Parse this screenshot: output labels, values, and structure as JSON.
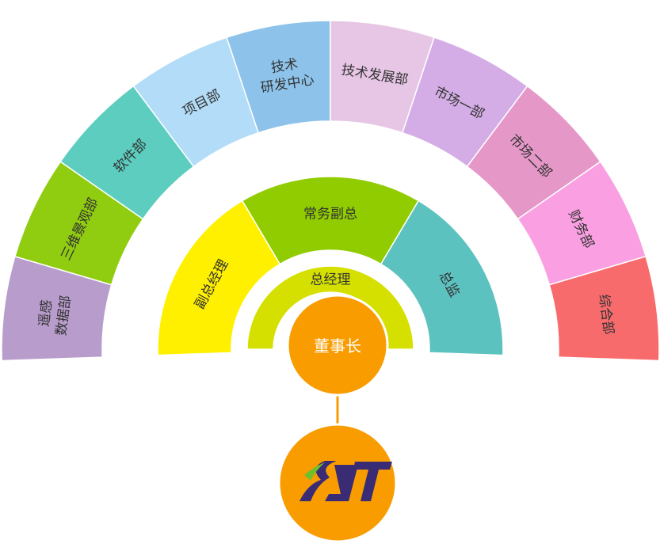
{
  "outer_departments": [
    {
      "label": [
        "遥感",
        "数据部"
      ],
      "color": "#b89ccc"
    },
    {
      "label": [
        "三维景观部"
      ],
      "color": "#90cc10"
    },
    {
      "label": [
        "软件部"
      ],
      "color": "#5ccdbf"
    },
    {
      "label": [
        "项目部"
      ],
      "color": "#b2dcf7"
    },
    {
      "label": [
        "技术",
        "研发中心"
      ],
      "color": "#8dc3ea"
    },
    {
      "label": [
        "技术发展部"
      ],
      "color": "#e6c6e4"
    },
    {
      "label": [
        "市场一部"
      ],
      "color": "#d4ade6"
    },
    {
      "label": [
        "市场二部"
      ],
      "color": "#e597c8"
    },
    {
      "label": [
        "财务部"
      ],
      "color": "#fa9fe1"
    },
    {
      "label": [
        "综合部"
      ],
      "color": "#f86b6d"
    }
  ],
  "middle_tier": [
    {
      "label": "副总经理",
      "color": "#fff000"
    },
    {
      "label": "常务副总",
      "color": "#90cc00"
    },
    {
      "label": "总监",
      "color": "#5cc2c0"
    }
  ],
  "inner_tier": {
    "label": "总经理",
    "color": "#d5e000"
  },
  "chairman": {
    "label": "董事长",
    "color": "#f99c00"
  },
  "logo": {
    "text": "SJT",
    "color": "#f99c00"
  }
}
